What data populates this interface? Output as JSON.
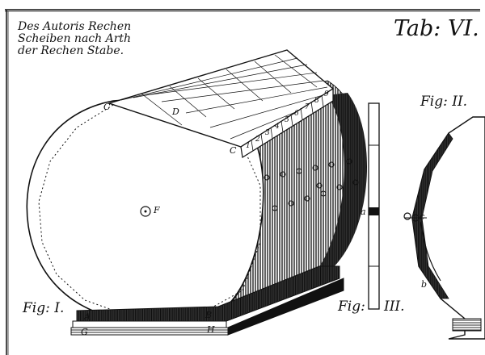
{
  "plate": {
    "caption": [
      "Des Autoris Rechen",
      "Scheiben nach Arth",
      "der Rechen Stabe."
    ],
    "title": "Tab: VI."
  },
  "figures": {
    "fig1": "Fig: I.",
    "fig2": "Fig: II.",
    "fig3": "Fig:",
    "fig3_numeral": "III."
  },
  "point_labels": {
    "C1": "C",
    "D": "D",
    "C2": "C",
    "F": "F",
    "A": "A",
    "B": "B",
    "G": "G",
    "H": "H",
    "a": "a",
    "b": "b",
    "c": "c"
  },
  "grid_numbers": [
    "1",
    "2",
    "3",
    "4",
    "5",
    "6",
    "7",
    "8",
    "9"
  ],
  "ink_color": "#111111"
}
